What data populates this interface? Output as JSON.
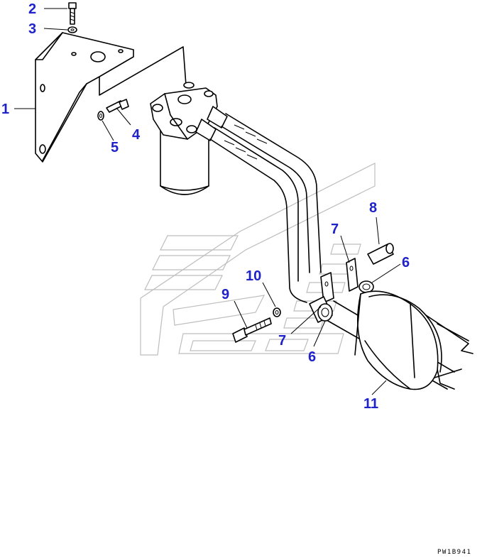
{
  "diagram": {
    "drawing_code": "PW1B941",
    "label_color": "#1e22c8",
    "callouts": [
      {
        "id": "callout-1",
        "label": "1"
      },
      {
        "id": "callout-2",
        "label": "2"
      },
      {
        "id": "callout-3",
        "label": "3"
      },
      {
        "id": "callout-4",
        "label": "4"
      },
      {
        "id": "callout-5",
        "label": "5"
      },
      {
        "id": "callout-6a",
        "label": "6"
      },
      {
        "id": "callout-6b",
        "label": "6"
      },
      {
        "id": "callout-7a",
        "label": "7"
      },
      {
        "id": "callout-7b",
        "label": "7"
      },
      {
        "id": "callout-8",
        "label": "8"
      },
      {
        "id": "callout-9",
        "label": "9"
      },
      {
        "id": "callout-10",
        "label": "10"
      },
      {
        "id": "callout-11",
        "label": "11"
      }
    ]
  }
}
